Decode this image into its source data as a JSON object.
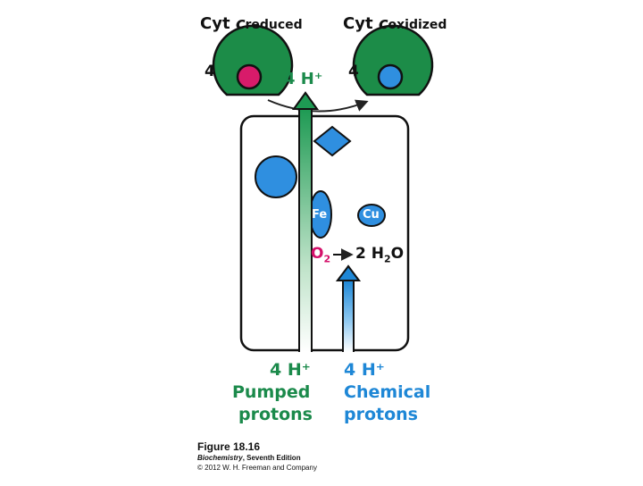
{
  "cyt_reduced": {
    "prefix": "Cyt ",
    "c": "c",
    "subscript": "reduced",
    "count": "4"
  },
  "cyt_oxidized": {
    "prefix": "Cyt ",
    "c": "c",
    "subscript": "oxidized",
    "count": "4"
  },
  "top_protons": "4 H⁺",
  "iron_label": "Fe",
  "copper_label": "Cu",
  "reaction": {
    "o2": "O",
    "o2_sub": "2",
    "h2o_prefix": "2 H",
    "h2o_sub": "2",
    "h2o_suffix": "O"
  },
  "pumped": {
    "count": "4 H⁺",
    "line1": "Pumped",
    "line2": "protons"
  },
  "chemical": {
    "count": "4 H⁺",
    "line1": "Chemical",
    "line2": "protons"
  },
  "caption": {
    "figure": "Figure 18.16",
    "book": "Biochemistry",
    "edition": ", Seventh Edition",
    "copyright": "© 2012 W. H. Freeman and Company"
  },
  "colors": {
    "cyt_green": "#1c8c48",
    "heme_reduced": "#d81b6a",
    "heme_oxidized": "#2f8fe0",
    "metal_blue": "#2f8fe0",
    "pumped_green": "#1e9a53",
    "chemical_blue": "#1e87d6"
  }
}
